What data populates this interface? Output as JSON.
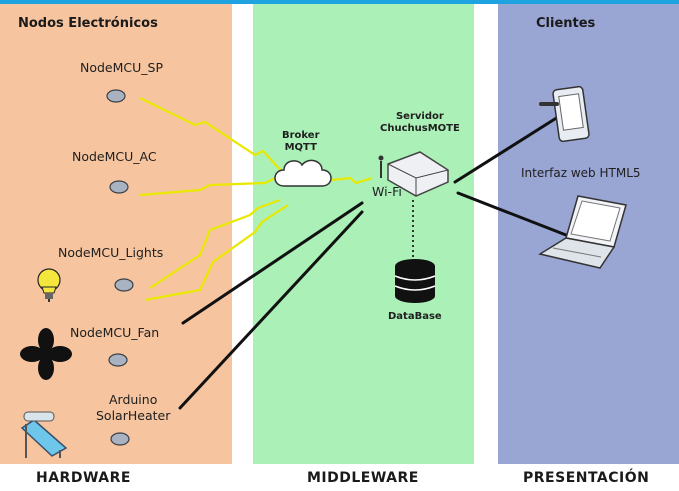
{
  "sections": {
    "hardware": {
      "heading": "Nodos Electrónicos",
      "footer": "HARDWARE"
    },
    "middleware": {
      "footer": "MIDDLEWARE"
    },
    "presentation": {
      "heading": "Clientes",
      "footer": "PRESENTACIÓN"
    }
  },
  "nodes": [
    {
      "label": "NodeMCU_SP"
    },
    {
      "label": "NodeMCU_AC"
    },
    {
      "label": "NodeMCU_Lights"
    },
    {
      "label": "NodeMCU_Fan"
    },
    {
      "label": "Arduino\nSolarHeater"
    }
  ],
  "broker": {
    "label": "Broker\nMQTT"
  },
  "server": {
    "label": "Servidor\nChuchusMOTE",
    "wifi_label": "Wi-Fi"
  },
  "database": {
    "label": "DataBase"
  },
  "client": {
    "label": "Interfaz web HTML5"
  },
  "colors": {
    "hardware_bg": "#f6c59f",
    "middleware_bg": "#aaf0b7",
    "presentation_bg": "#99a6d4",
    "accent_bar": "#1fa3e0",
    "zigzag": "#e8e800"
  }
}
